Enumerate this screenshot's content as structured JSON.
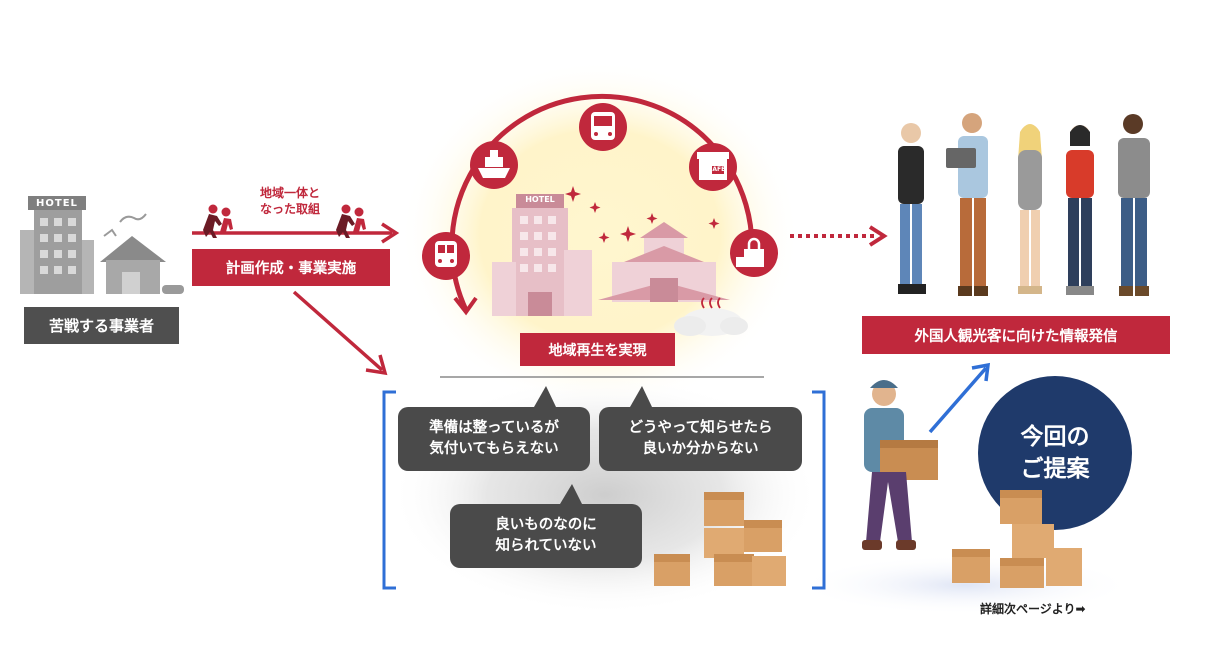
{
  "labels": {
    "struggling_business": "苦戦する事業者",
    "plan_execution": "計画作成・事業実施",
    "regional_effort_line1": "地域一体と",
    "regional_effort_line2": "なった取組",
    "regional_revitalization": "地域再生を実現",
    "info_for_foreign_tourists": "外国人観光客に向けた情報発信",
    "hotel_sign_left": "HOTEL",
    "hotel_sign_center": "HOTEL",
    "cafe_sign": "CAFE"
  },
  "bubbles": [
    {
      "line1": "準備は整っているが",
      "line2": "気付いてもらえない"
    },
    {
      "line1": "どうやって知らせたら",
      "line2": "良いか分からない"
    },
    {
      "line1": "良いものなのに",
      "line2": "知られていない"
    }
  ],
  "proposal": {
    "line1": "今回の",
    "line2": "ご提案"
  },
  "footer_note": "詳細次ページより➡",
  "colors": {
    "brand_red": "#c0283c",
    "dark_gray": "#4f4f4f",
    "navy": "#1f3a6b",
    "bracket_blue": "#2f6fd6",
    "glow_yellow": "#fff3c4"
  },
  "icons": [
    "hotel-building-icon",
    "house-icon",
    "people-pair-icon",
    "train-icon",
    "ship-icon",
    "bus-icon",
    "cafe-icon",
    "shopping-bag-icon",
    "castle-icon",
    "hot-spring-icon",
    "cardboard-box-icon",
    "delivery-person-icon",
    "tourist-group-icon"
  ]
}
